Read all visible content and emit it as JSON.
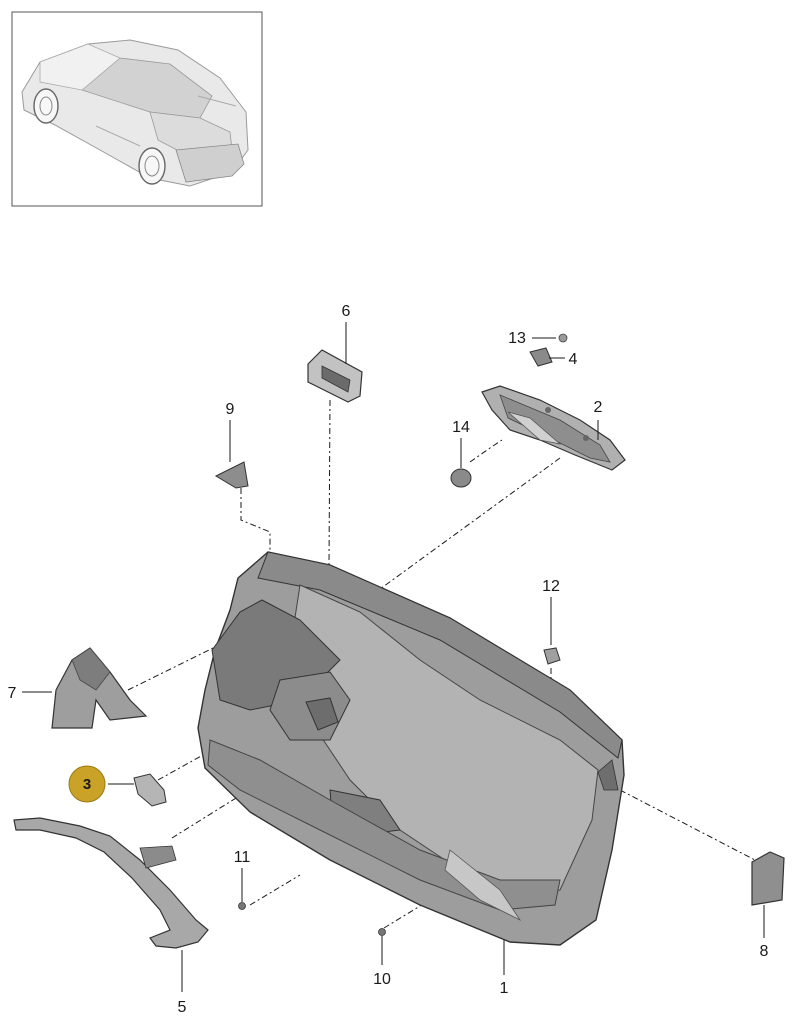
{
  "callouts": [
    {
      "id": "c1",
      "label": "1",
      "highlighted": false
    },
    {
      "id": "c2",
      "label": "2",
      "highlighted": false
    },
    {
      "id": "c3",
      "label": "3",
      "highlighted": true
    },
    {
      "id": "c4",
      "label": "4",
      "highlighted": false
    },
    {
      "id": "c5",
      "label": "5",
      "highlighted": false
    },
    {
      "id": "c6",
      "label": "6",
      "highlighted": false
    },
    {
      "id": "c7",
      "label": "7",
      "highlighted": false
    },
    {
      "id": "c8",
      "label": "8",
      "highlighted": false
    },
    {
      "id": "c9",
      "label": "9",
      "highlighted": false
    },
    {
      "id": "c10",
      "label": "10",
      "highlighted": false
    },
    {
      "id": "c11",
      "label": "11",
      "highlighted": false
    },
    {
      "id": "c12",
      "label": "12",
      "highlighted": false
    },
    {
      "id": "c13",
      "label": "13",
      "highlighted": false
    },
    {
      "id": "c14",
      "label": "14",
      "highlighted": false
    }
  ],
  "colors": {
    "highlight_fill": "#c9a227",
    "highlight_stroke": "#9a7a12",
    "part_fill": "#a3a3a3",
    "part_dark": "#7e7e7e",
    "part_light": "#c4c4c4",
    "car_fill": "#e6e6e6"
  }
}
